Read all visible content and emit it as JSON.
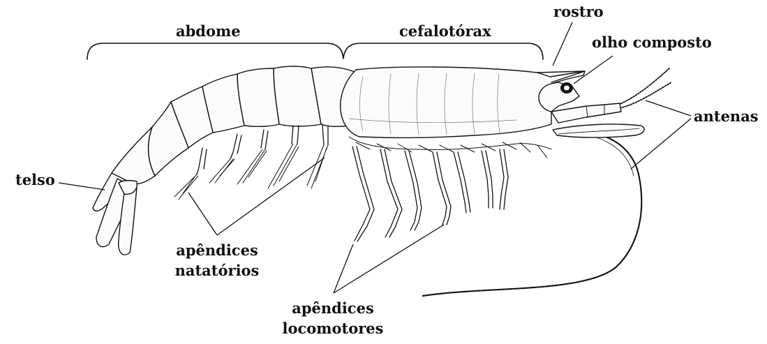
{
  "diagram": {
    "labels": {
      "abdome": "abdome",
      "cefalotorax": "cefalotórax",
      "rostro": "rostro",
      "olho_composto": "olho composto",
      "antenas": "antenas",
      "telso": "telso",
      "apendices_natatorios_line1": "apêndices",
      "apendices_natatorios_line2": "natatórios",
      "apendices_locomotores_line1": "apêndices",
      "apendices_locomotores_line2": "locomotores"
    },
    "colors": {
      "ink": "#111111",
      "body_fill": "#fbfbfb",
      "eye": "#111111"
    }
  }
}
